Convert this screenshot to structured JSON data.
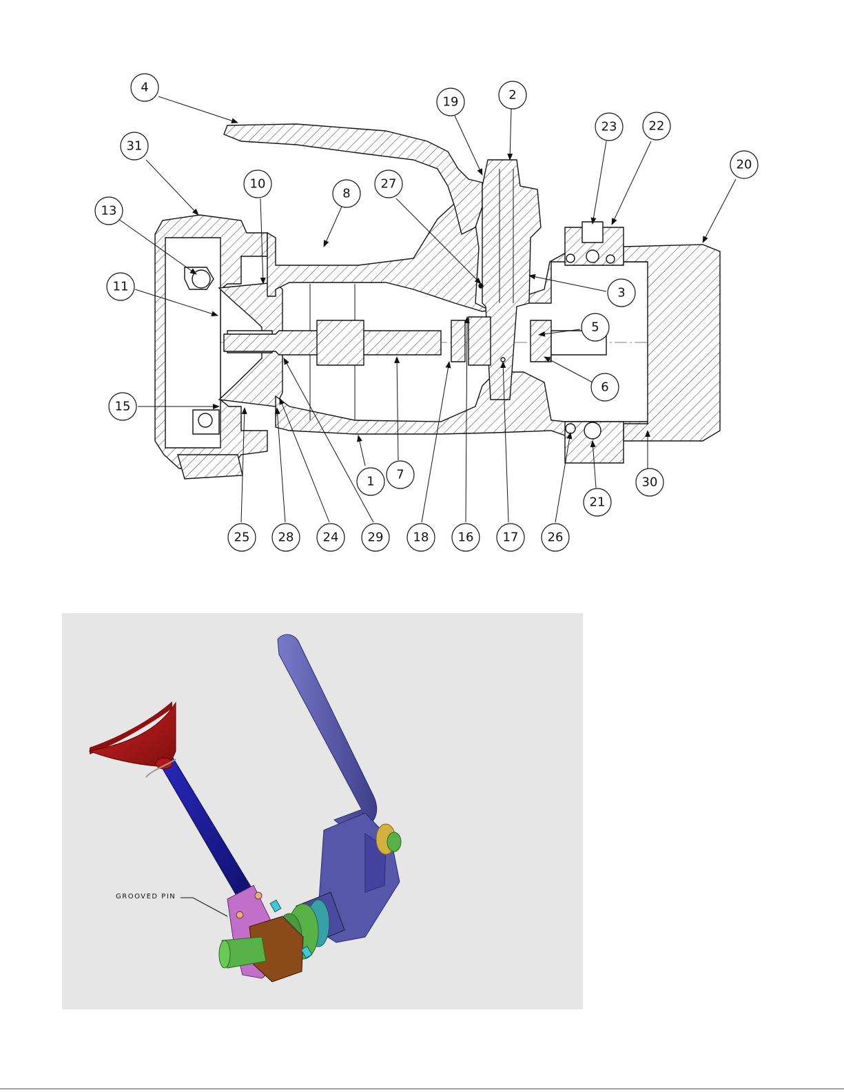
{
  "section_view": {
    "balloons": [
      {
        "id": "4",
        "label": "4"
      },
      {
        "id": "31",
        "label": "31"
      },
      {
        "id": "13",
        "label": "13"
      },
      {
        "id": "11",
        "label": "11"
      },
      {
        "id": "15",
        "label": "15"
      },
      {
        "id": "10",
        "label": "10"
      },
      {
        "id": "8",
        "label": "8"
      },
      {
        "id": "27",
        "label": "27"
      },
      {
        "id": "19",
        "label": "19"
      },
      {
        "id": "2",
        "label": "2"
      },
      {
        "id": "23",
        "label": "23"
      },
      {
        "id": "22",
        "label": "22"
      },
      {
        "id": "20",
        "label": "20"
      },
      {
        "id": "3",
        "label": "3"
      },
      {
        "id": "5",
        "label": "5"
      },
      {
        "id": "6",
        "label": "6"
      },
      {
        "id": "1",
        "label": "1"
      },
      {
        "id": "7",
        "label": "7"
      },
      {
        "id": "21",
        "label": "21"
      },
      {
        "id": "30",
        "label": "30"
      },
      {
        "id": "25",
        "label": "25"
      },
      {
        "id": "28",
        "label": "28"
      },
      {
        "id": "24",
        "label": "24"
      },
      {
        "id": "29",
        "label": "29"
      },
      {
        "id": "18",
        "label": "18"
      },
      {
        "id": "16",
        "label": "16"
      },
      {
        "id": "17",
        "label": "17"
      },
      {
        "id": "26",
        "label": "26"
      }
    ]
  },
  "render_view": {
    "callout": "GROOVED PIN",
    "colors": {
      "background": "#e6e6e6",
      "handle": "#5c5cb0",
      "bell": "#b01818",
      "stem": "#1a1a9a",
      "flange": "#c070c8",
      "nut": "#8a4a1a",
      "shaft": "#58b048",
      "seal": "#3aa0a8",
      "brass": "#d4b040"
    }
  }
}
